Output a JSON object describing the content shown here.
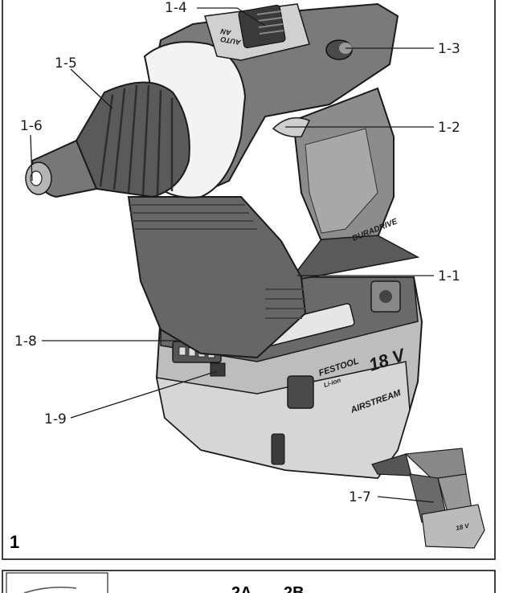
{
  "figure": {
    "number": "1",
    "callouts": [
      "1-1",
      "1-2",
      "1-3",
      "1-4",
      "1-5",
      "1-6",
      "1-7",
      "1-8",
      "1-9"
    ]
  },
  "tool_markings": {
    "mode_switch": "AUTO",
    "mode_switch_alt": "AN",
    "brand_band": "DURADRIVE",
    "logo": "FESTOOL",
    "battery_type": "Li-ion",
    "voltage": "18 V",
    "battery_series": "AIRSTREAM",
    "thumb_voltage": "18 V"
  },
  "next_figure": {
    "label_a": "2A",
    "label_b": "2B"
  },
  "colors": {
    "body_dark": "#5f5f5f",
    "body_mid": "#8c8c8c",
    "body_light": "#bdbdbd",
    "frame": "#000000"
  }
}
